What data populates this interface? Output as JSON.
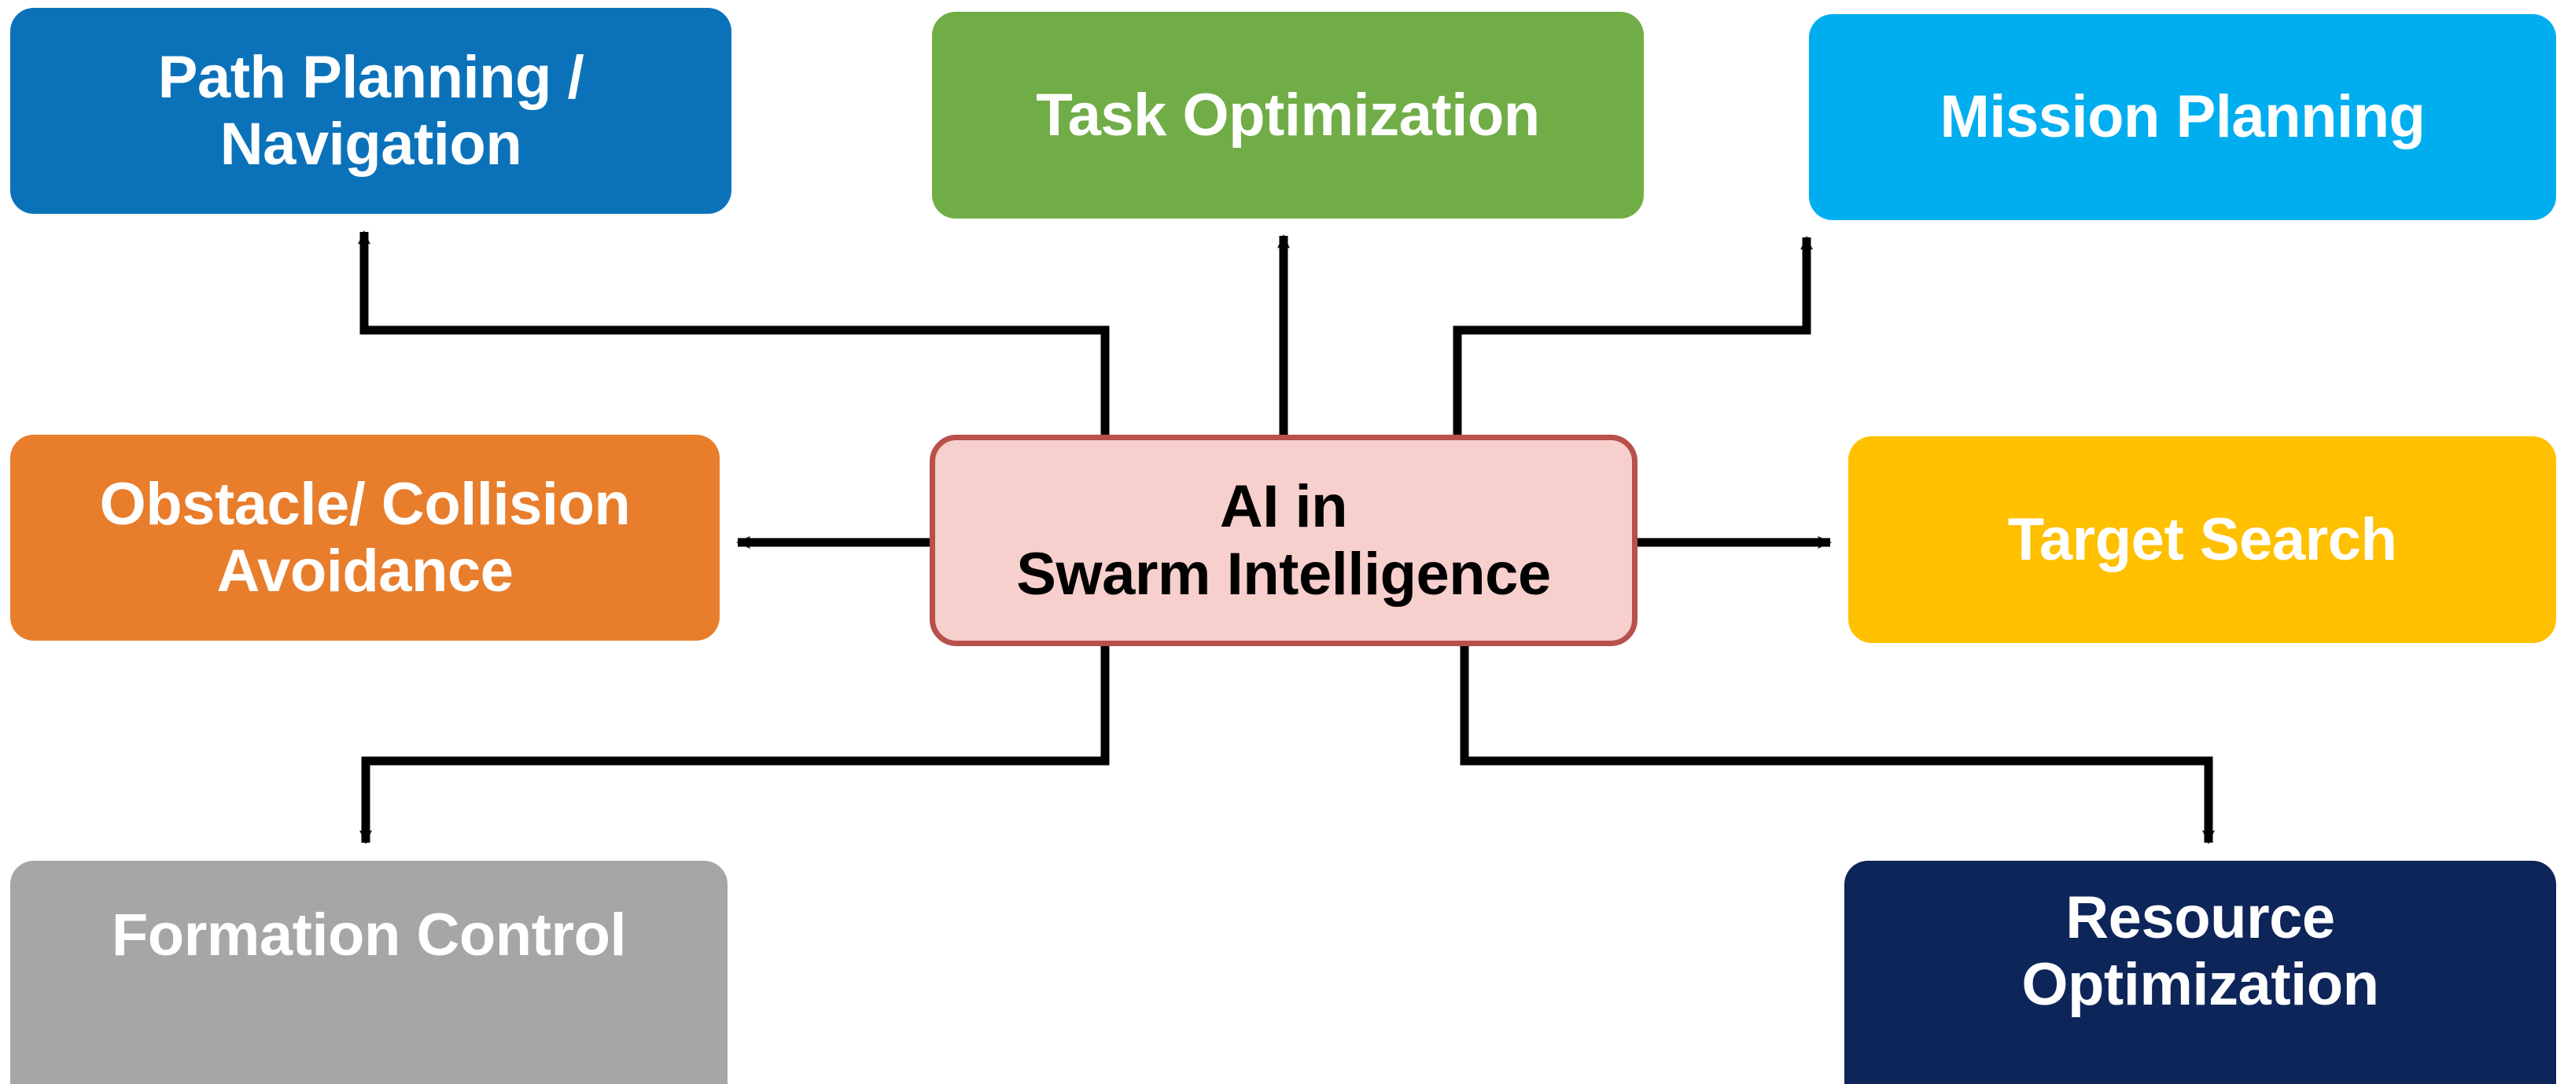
{
  "diagram": {
    "title": "AI in Swarm Intelligence",
    "center": {
      "id": "ai-in-swarm-intelligence",
      "label": "AI in\nSwarm Intelligence",
      "fill": "#F7CFCC",
      "border": "#B8504C",
      "text_color": "#000000"
    },
    "nodes": [
      {
        "id": "path-planning-navigation",
        "label": "Path Planning /\nNavigation",
        "fill": "#0B72BA",
        "text_color": "#FFFFFF",
        "position": "top-left",
        "arrow_direction": "up"
      },
      {
        "id": "task-optimization",
        "label": "Task Optimization",
        "fill": "#70AD47",
        "text_color": "#FFFFFF",
        "position": "top-center",
        "arrow_direction": "up"
      },
      {
        "id": "mission-planning",
        "label": "Mission Planning",
        "fill": "#00AEEF",
        "text_color": "#FFFFFF",
        "position": "top-right",
        "arrow_direction": "up"
      },
      {
        "id": "obstacle-collision-avoidance",
        "label": "Obstacle/ Collision\nAvoidance",
        "fill": "#E87D2C",
        "text_color": "#FFFFFF",
        "position": "middle-left",
        "arrow_direction": "left"
      },
      {
        "id": "target-search",
        "label": "Target Search",
        "fill": "#FFC000",
        "text_color": "#FFFFFF",
        "position": "middle-right",
        "arrow_direction": "right"
      },
      {
        "id": "formation-control",
        "label": "Formation Control",
        "fill": "#A6A6A6",
        "text_color": "#FFFFFF",
        "position": "bottom-left",
        "arrow_direction": "down"
      },
      {
        "id": "resource-optimization",
        "label": "Resource\nOptimization",
        "fill": "#0D2559",
        "text_color": "#FFFFFF",
        "position": "bottom-right",
        "arrow_direction": "down"
      }
    ],
    "connector_color": "#000000",
    "background": "#FFFFFF"
  }
}
